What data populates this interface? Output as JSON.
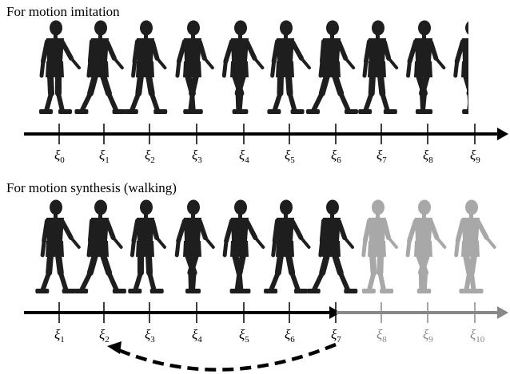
{
  "panels": [
    {
      "title": "For motion imitation",
      "ticks": [
        {
          "sym": "ξ",
          "sub": "0"
        },
        {
          "sym": "ξ",
          "sub": "1"
        },
        {
          "sym": "ξ",
          "sub": "2"
        },
        {
          "sym": "ξ",
          "sub": "3"
        },
        {
          "sym": "ξ",
          "sub": "4"
        },
        {
          "sym": "ξ",
          "sub": "5"
        },
        {
          "sym": "ξ",
          "sub": "6"
        },
        {
          "sym": "ξ",
          "sub": "7"
        },
        {
          "sym": "ξ",
          "sub": "8"
        },
        {
          "sym": "ξ",
          "sub": "9"
        }
      ],
      "faded_from_index": null
    },
    {
      "title": "For motion synthesis (walking)",
      "ticks": [
        {
          "sym": "ξ",
          "sub": "1"
        },
        {
          "sym": "ξ",
          "sub": "2"
        },
        {
          "sym": "ξ",
          "sub": "3"
        },
        {
          "sym": "ξ",
          "sub": "4"
        },
        {
          "sym": "ξ",
          "sub": "5"
        },
        {
          "sym": "ξ",
          "sub": "6"
        },
        {
          "sym": "ξ",
          "sub": "7"
        },
        {
          "sym": "ξ",
          "sub": "8"
        },
        {
          "sym": "ξ",
          "sub": "9"
        },
        {
          "sym": "ξ",
          "sub": "10"
        }
      ],
      "faded_from_index": 7,
      "loop_arrow": {
        "from_tick": 6,
        "to_tick": 1
      }
    }
  ],
  "colors": {
    "axis": "#000000",
    "axis_faded": "#888888",
    "figure": "#1e1e1e",
    "figure_faded": "#a8a8a8"
  },
  "icons": {
    "figure": "humanoid-walking-figure-icon"
  }
}
